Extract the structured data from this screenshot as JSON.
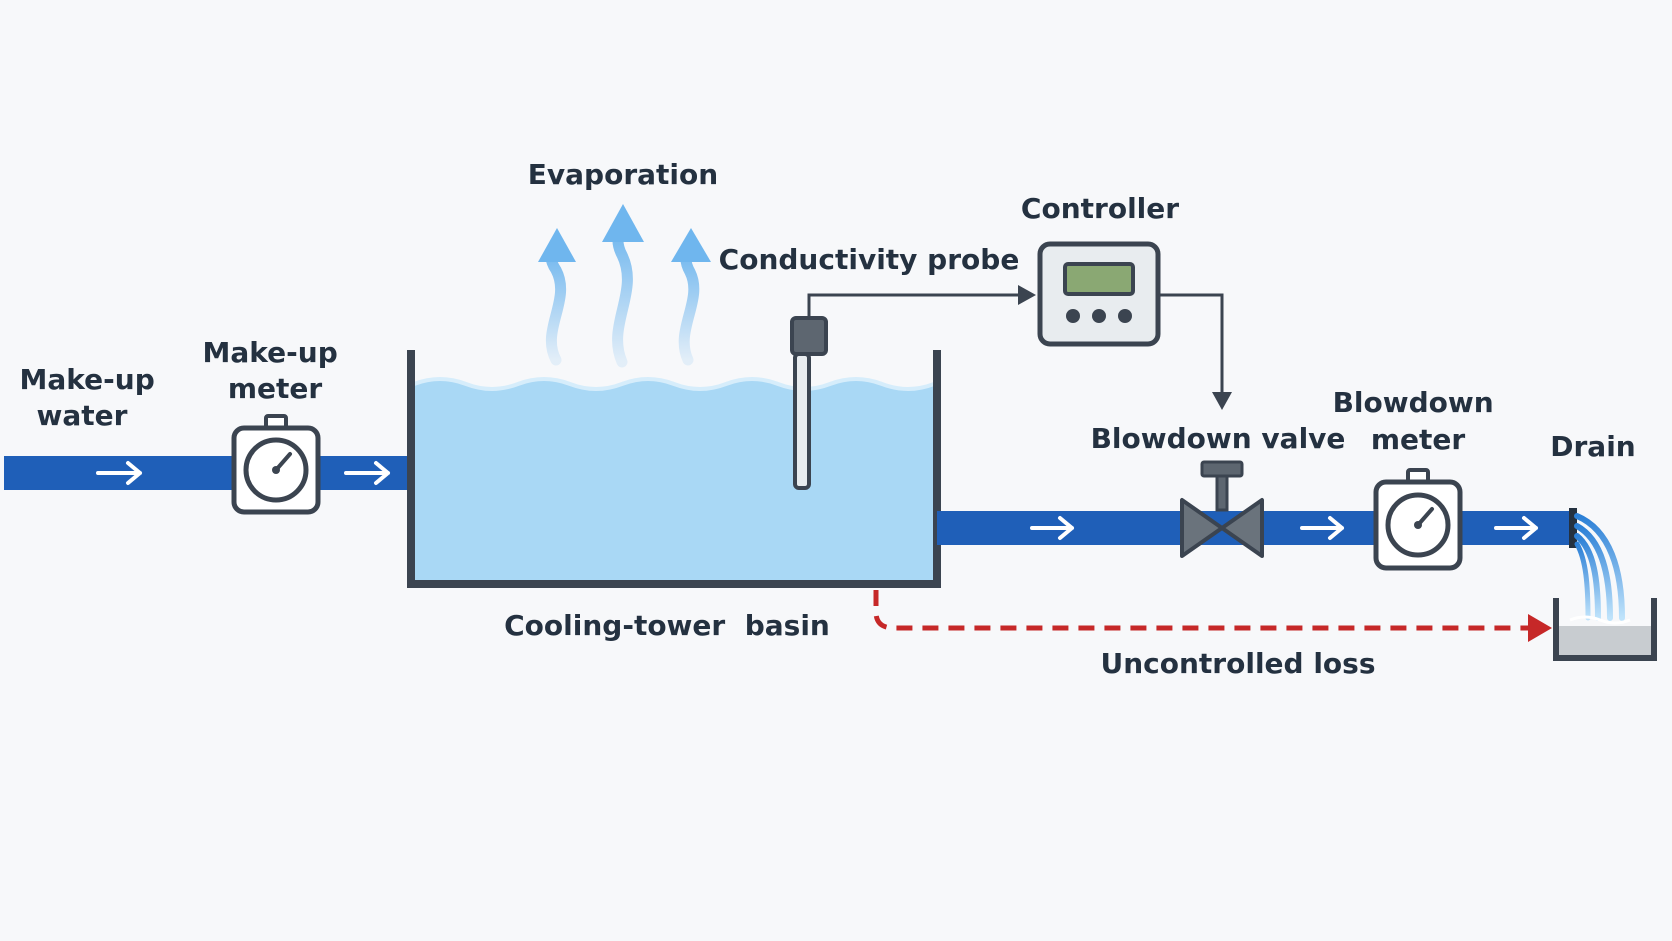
{
  "labels": {
    "makeup_water": [
      "Make-up",
      "water"
    ],
    "makeup_meter": [
      "Make-up",
      "meter"
    ],
    "evaporation": "Evaporation",
    "conductivity_probe": "Conductivity probe",
    "controller": "Controller",
    "blowdown_valve": "Blowdown valve",
    "blowdown_meter": [
      "Blowdown",
      "meter"
    ],
    "drain": "Drain",
    "basin": "Cooling-tower  basin",
    "uncontrolled_loss": "Uncontrolled loss"
  },
  "colors": {
    "pipe": "#1f5fb8",
    "water": "#a9d8f5",
    "water_surface": "#d6edfb",
    "outline": "#3b4450",
    "loss": "#c62828",
    "evaporation": "#6fb6ee",
    "display": "#8aa873",
    "text": "#243140",
    "background": "#f7f8fa"
  },
  "icons": [
    "flow-arrow-icon",
    "meter-gauge-icon",
    "conductivity-probe-icon",
    "controller-icon",
    "valve-icon",
    "drain-basin-icon",
    "evaporation-arrow-icon"
  ]
}
